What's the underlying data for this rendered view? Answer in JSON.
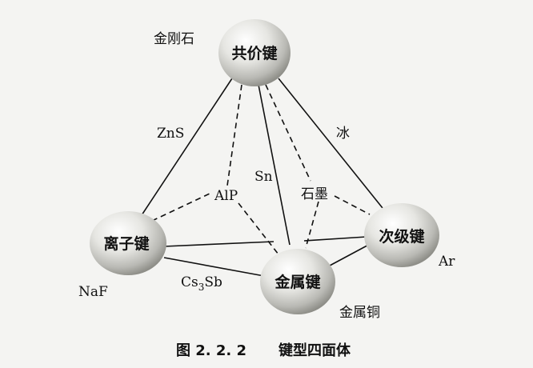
{
  "nodes": {
    "covalent": "共价键",
    "ionic": "离子键",
    "metallic": "金属键",
    "secondary": "次级键"
  },
  "examples": {
    "diamond": "金刚石",
    "zns": "ZnS",
    "ice": "冰",
    "alp": "AlP",
    "sn": "Sn",
    "graphite": "石墨",
    "naf": "NaF",
    "cs3sb": "Cs",
    "cs3sb_sub": "3",
    "cs3sb_tail": "Sb",
    "ar": "Ar",
    "copper": "金属铜"
  },
  "caption": {
    "figure": "图 2. 2. 2",
    "title": "键型四面体"
  }
}
